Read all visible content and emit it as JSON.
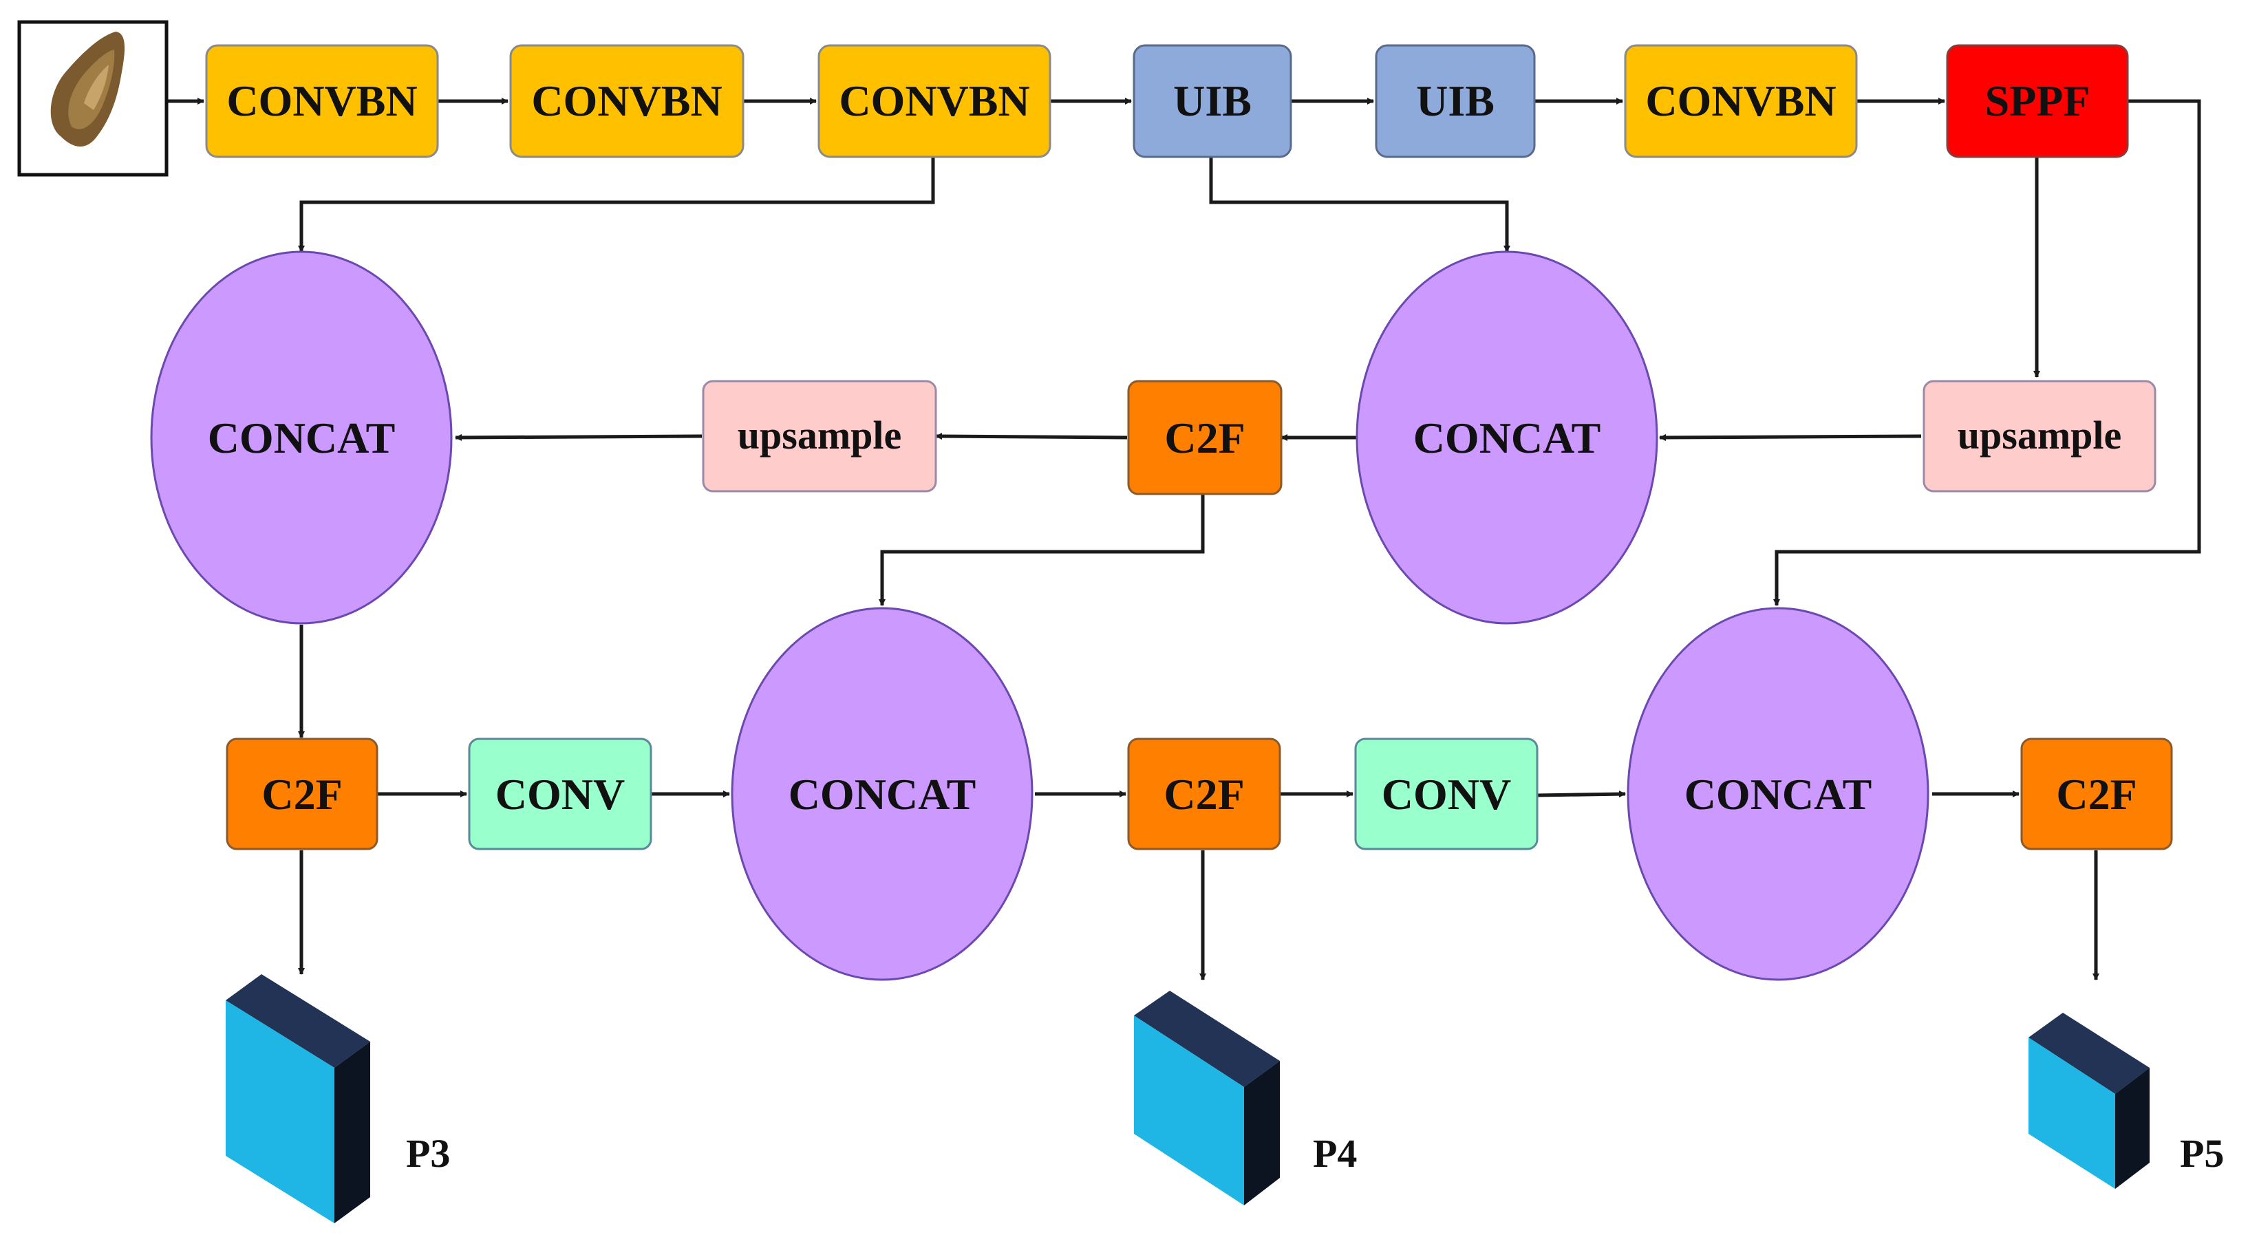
{
  "colors": {
    "convbn": "#ffc000",
    "uib": "#8eaadb",
    "sppf": "#ff0000",
    "concat": "#cc99ff",
    "c2f": "#ff7f00",
    "upsample": "#ffcccc",
    "conv": "#99ffcc",
    "cube_front": "#1fb6e6",
    "cube_top": "#223355",
    "cube_side": "#0b1420",
    "edge": "#1a1a1a"
  },
  "input": {
    "icon": "input-image-icon"
  },
  "backbone": [
    {
      "id": "convbn1",
      "label": "CONVBN",
      "kind": "convbn"
    },
    {
      "id": "convbn2",
      "label": "CONVBN",
      "kind": "convbn"
    },
    {
      "id": "convbn3",
      "label": "CONVBN",
      "kind": "convbn"
    },
    {
      "id": "uib1",
      "label": "UIB",
      "kind": "uib"
    },
    {
      "id": "uib2",
      "label": "UIB",
      "kind": "uib"
    },
    {
      "id": "convbn4",
      "label": "CONVBN",
      "kind": "convbn"
    },
    {
      "id": "sppf",
      "label": "SPPF",
      "kind": "sppf"
    }
  ],
  "neck": [
    {
      "id": "concat1",
      "label": "CONCAT",
      "kind": "concat"
    },
    {
      "id": "upsample1",
      "label": "upsample",
      "kind": "upsample"
    },
    {
      "id": "c2f1",
      "label": "C2F",
      "kind": "c2f"
    },
    {
      "id": "concat2",
      "label": "CONCAT",
      "kind": "concat"
    },
    {
      "id": "upsample2",
      "label": "upsample",
      "kind": "upsample"
    }
  ],
  "head": [
    {
      "id": "c2f2",
      "label": "C2F",
      "kind": "c2f"
    },
    {
      "id": "conv1",
      "label": "CONV",
      "kind": "conv"
    },
    {
      "id": "concat3",
      "label": "CONCAT",
      "kind": "concat"
    },
    {
      "id": "c2f3",
      "label": "C2F",
      "kind": "c2f"
    },
    {
      "id": "conv2",
      "label": "CONV",
      "kind": "conv"
    },
    {
      "id": "concat4",
      "label": "CONCAT",
      "kind": "concat"
    },
    {
      "id": "c2f4",
      "label": "C2F",
      "kind": "c2f"
    }
  ],
  "outputs": [
    {
      "id": "p3",
      "label": "P3"
    },
    {
      "id": "p4",
      "label": "P4"
    },
    {
      "id": "p5",
      "label": "P5"
    }
  ]
}
